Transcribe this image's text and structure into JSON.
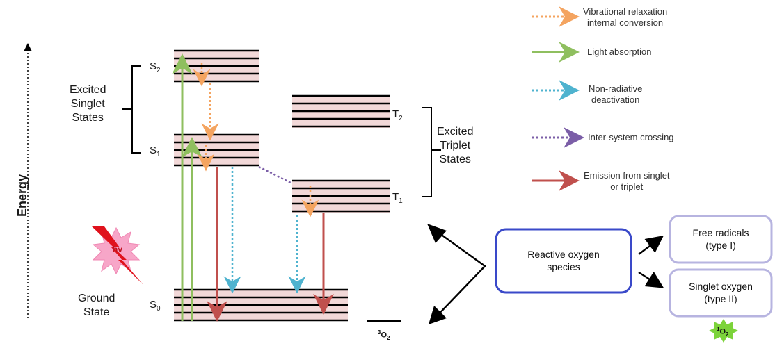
{
  "axis": {
    "energy_label": "Energy"
  },
  "states": {
    "singlet": "Excited\nSinglet\nStates",
    "triplet": "Excited\nTriplet\nStates",
    "ground": "Ground\nState"
  },
  "levels": {
    "s2": "S",
    "s1": "S",
    "s0": "S",
    "t2": "T",
    "t1": "T",
    "s2_sub": "2",
    "s1_sub": "1",
    "s0_sub": "0",
    "t2_sub": "2",
    "t1_sub": "1"
  },
  "legend": [
    {
      "label": "Vibrational relaxation\ninternal conversion",
      "color": "#f4a460",
      "style": "dotted"
    },
    {
      "label": "Light absorption",
      "color": "#8fbf5f",
      "style": "solid"
    },
    {
      "label": "Non-radiative\ndeactivation",
      "color": "#4fb3cf",
      "style": "dotted"
    },
    {
      "label": "Inter-system crossing",
      "color": "#7b5ea7",
      "style": "dotted"
    },
    {
      "label": "Emission from singlet\nor triplet",
      "color": "#c0504d",
      "style": "solid"
    }
  ],
  "ros": {
    "center": "Reactive oxygen\nspecies",
    "free_radicals": "Free radicals\n(type I)",
    "singlet_oxygen": "Singlet oxygen\n(type II)"
  },
  "photon": {
    "label": "hv"
  },
  "oxygen": {
    "triplet_sup": "3",
    "singlet_sup": "1",
    "base": "O",
    "sub": "2"
  },
  "colors": {
    "level_fill": "#f2d8d8",
    "box_border": "#3a49c9",
    "sub_box_border": "#b7b4e0"
  }
}
